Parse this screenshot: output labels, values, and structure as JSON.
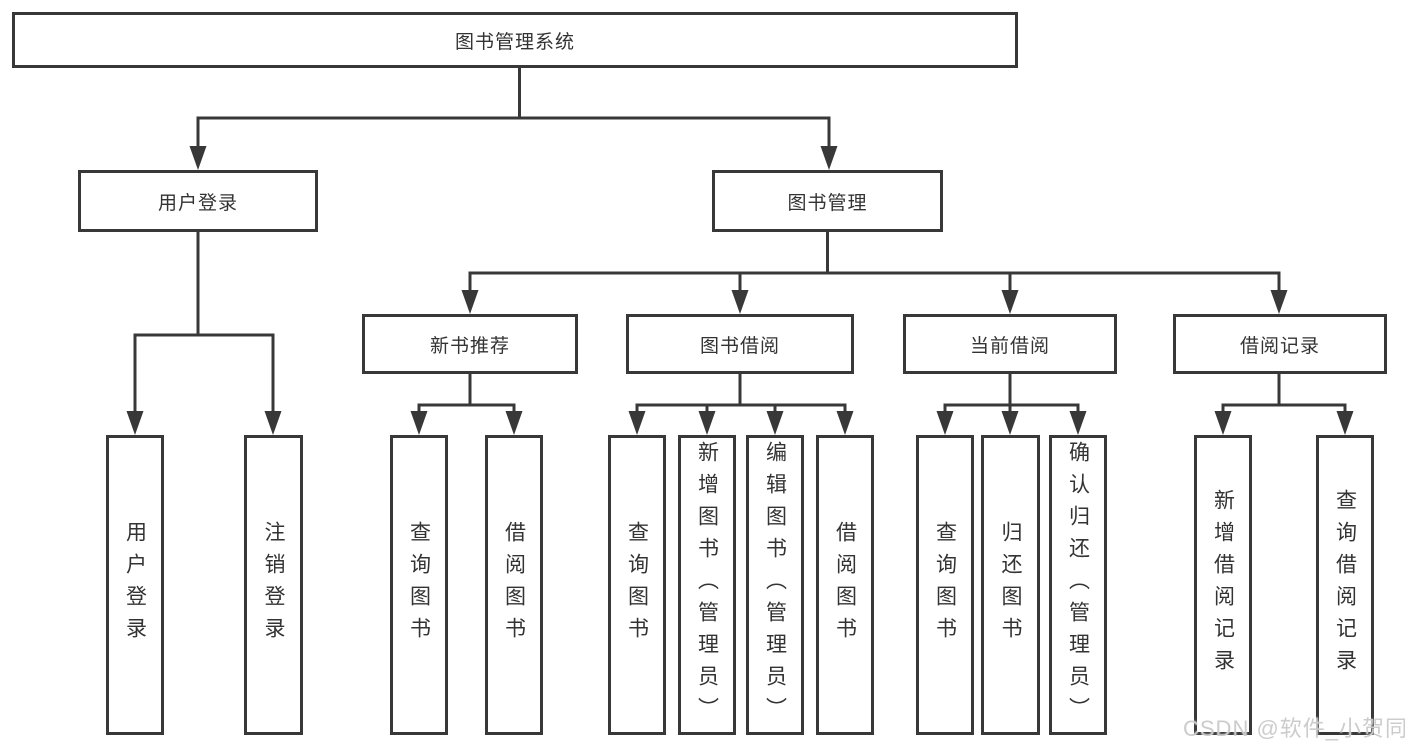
{
  "diagram": {
    "tree": {
      "label": "图书管理系统",
      "children": [
        {
          "label": "用户登录",
          "children": [
            {
              "label": "用户登录"
            },
            {
              "label": "注销登录"
            }
          ]
        },
        {
          "label": "图书管理",
          "children": [
            {
              "label": "新书推荐",
              "children": [
                {
                  "label": "查询图书"
                },
                {
                  "label": "借阅图书"
                }
              ]
            },
            {
              "label": "图书借阅",
              "children": [
                {
                  "label": "查询图书"
                },
                {
                  "label": "新增图书（管理员）"
                },
                {
                  "label": "编辑图书（管理员）"
                },
                {
                  "label": "借阅图书"
                }
              ]
            },
            {
              "label": "当前借阅",
              "children": [
                {
                  "label": "查询图书"
                },
                {
                  "label": "归还图书"
                },
                {
                  "label": "确认归还（管理员）"
                }
              ]
            },
            {
              "label": "借阅记录",
              "children": [
                {
                  "label": "新增借阅记录"
                },
                {
                  "label": "查询借阅记录"
                }
              ]
            }
          ]
        }
      ]
    },
    "colors": {
      "line": "#383838",
      "box_border": "#383838",
      "text": "#333333",
      "watermark_text": "#c9c9c9",
      "background": "#ffffff"
    }
  },
  "watermark": {
    "text": "CSDN @软件_小贺同学"
  }
}
